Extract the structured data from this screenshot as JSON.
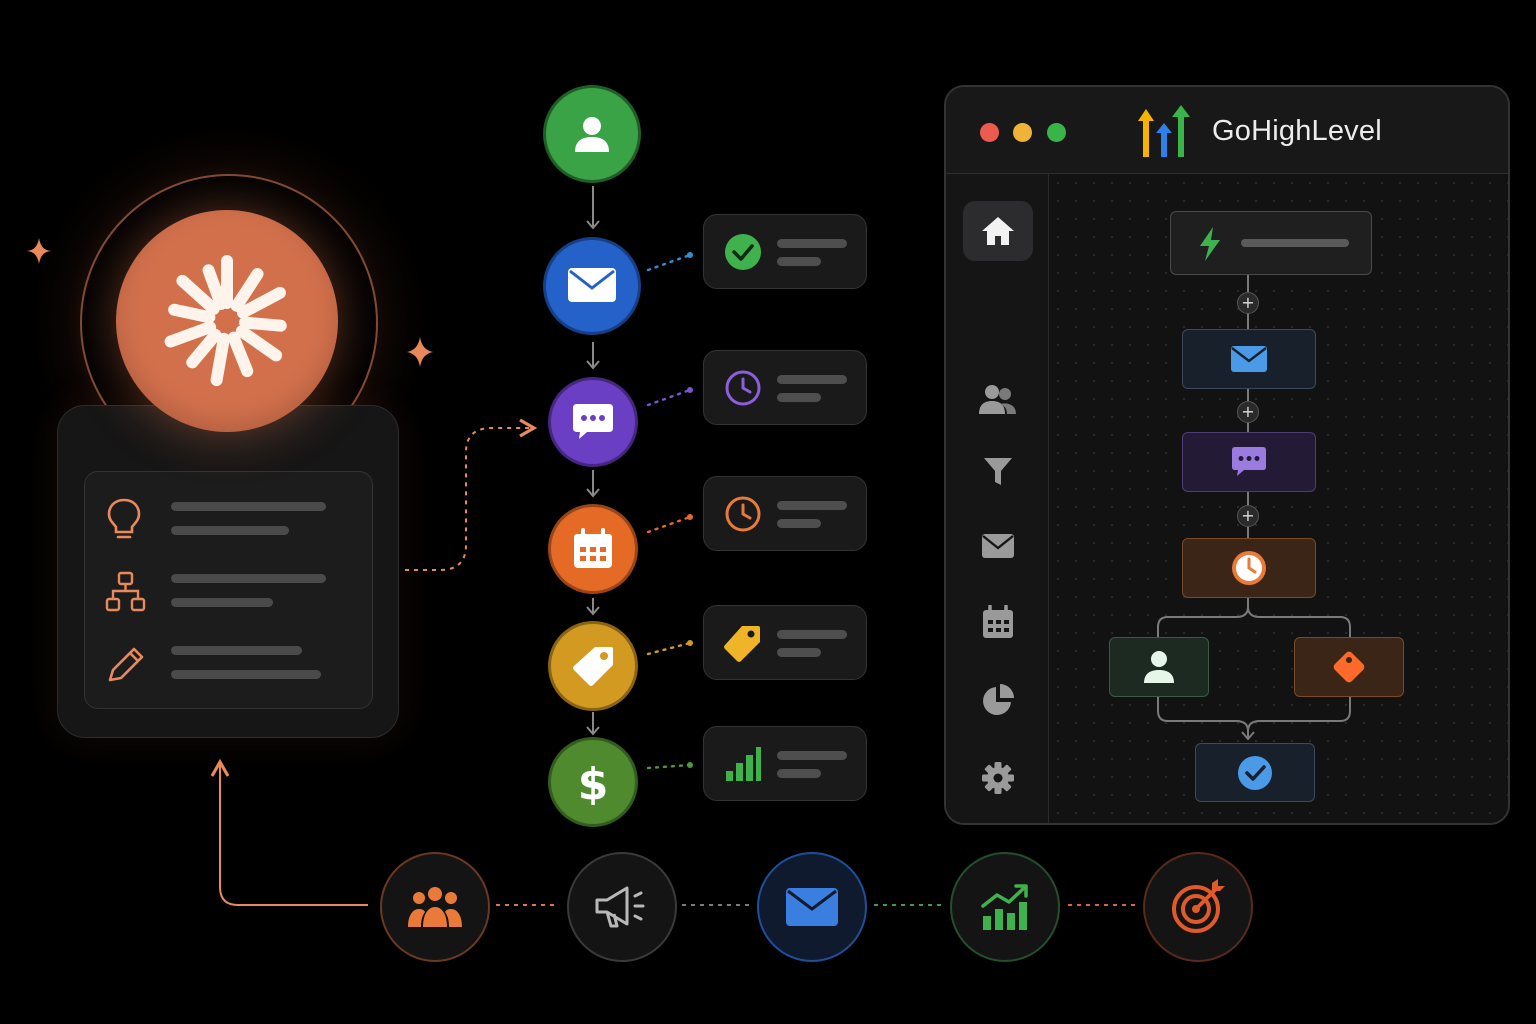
{
  "app": {
    "name": "GoHighLevel",
    "window_dots": [
      {
        "name": "close",
        "color": "#ec5b4f"
      },
      {
        "name": "minimize",
        "color": "#f0b33a"
      },
      {
        "name": "maximize",
        "color": "#38b449"
      }
    ]
  },
  "ai_panel": {
    "logo": "starburst-logo",
    "accent": "#d2704c",
    "items": [
      {
        "icon": "lightbulb-icon"
      },
      {
        "icon": "sitemap-icon"
      },
      {
        "icon": "pencil-icon"
      }
    ]
  },
  "automation_chain": [
    {
      "icon": "user-icon",
      "color": "#3aa346"
    },
    {
      "icon": "mail-icon",
      "color": "#2462c9"
    },
    {
      "icon": "chat-icon",
      "color": "#6b3fc4"
    },
    {
      "icon": "calendar-icon",
      "color": "#e46a26"
    },
    {
      "icon": "tag-icon",
      "color": "#d39a21"
    },
    {
      "icon": "dollar-icon",
      "color": "#4f8a2e"
    }
  ],
  "status_pills": [
    {
      "icon": "check-circle-icon",
      "color": "#3fb24e"
    },
    {
      "icon": "clock-icon",
      "color": "#8a5fdc"
    },
    {
      "icon": "clock-icon",
      "color": "#e97a3a"
    },
    {
      "icon": "tag-icon",
      "color": "#f0b429"
    },
    {
      "icon": "bar-chart-icon",
      "color": "#3fb24e"
    }
  ],
  "sidebar": {
    "items": [
      {
        "icon": "home-icon",
        "active": true
      },
      {
        "icon": "contacts-icon",
        "active": false
      },
      {
        "icon": "funnel-icon",
        "active": false
      },
      {
        "icon": "mail-icon",
        "active": false
      },
      {
        "icon": "calendar-icon",
        "active": false
      },
      {
        "icon": "pie-chart-icon",
        "active": false
      },
      {
        "icon": "gear-icon",
        "active": false
      }
    ]
  },
  "workflow": {
    "steps": [
      {
        "kind": "trigger",
        "icon": "bolt-icon",
        "color": "#3fb24e"
      },
      {
        "kind": "action",
        "icon": "mail-icon",
        "color": "#4a9ae8"
      },
      {
        "kind": "action",
        "icon": "chat-icon",
        "color": "#9b7be0"
      },
      {
        "kind": "wait",
        "icon": "clock-icon",
        "color": "#e97a3a"
      },
      {
        "kind": "branch",
        "icon": "user-icon",
        "color": "#3fb24e"
      },
      {
        "kind": "branch",
        "icon": "tag-icon",
        "color": "#e97a3a"
      },
      {
        "kind": "end",
        "icon": "check-circle-icon",
        "color": "#4a9ae8"
      }
    ]
  },
  "bottom_flow": [
    {
      "icon": "group-icon",
      "color": "#e97a3a"
    },
    {
      "icon": "megaphone-icon",
      "color": "#b8b8b8"
    },
    {
      "icon": "mail-icon",
      "color": "#3a7fe0"
    },
    {
      "icon": "growth-chart-icon",
      "color": "#3fb24e"
    },
    {
      "icon": "target-icon",
      "color": "#e05a2a"
    }
  ]
}
